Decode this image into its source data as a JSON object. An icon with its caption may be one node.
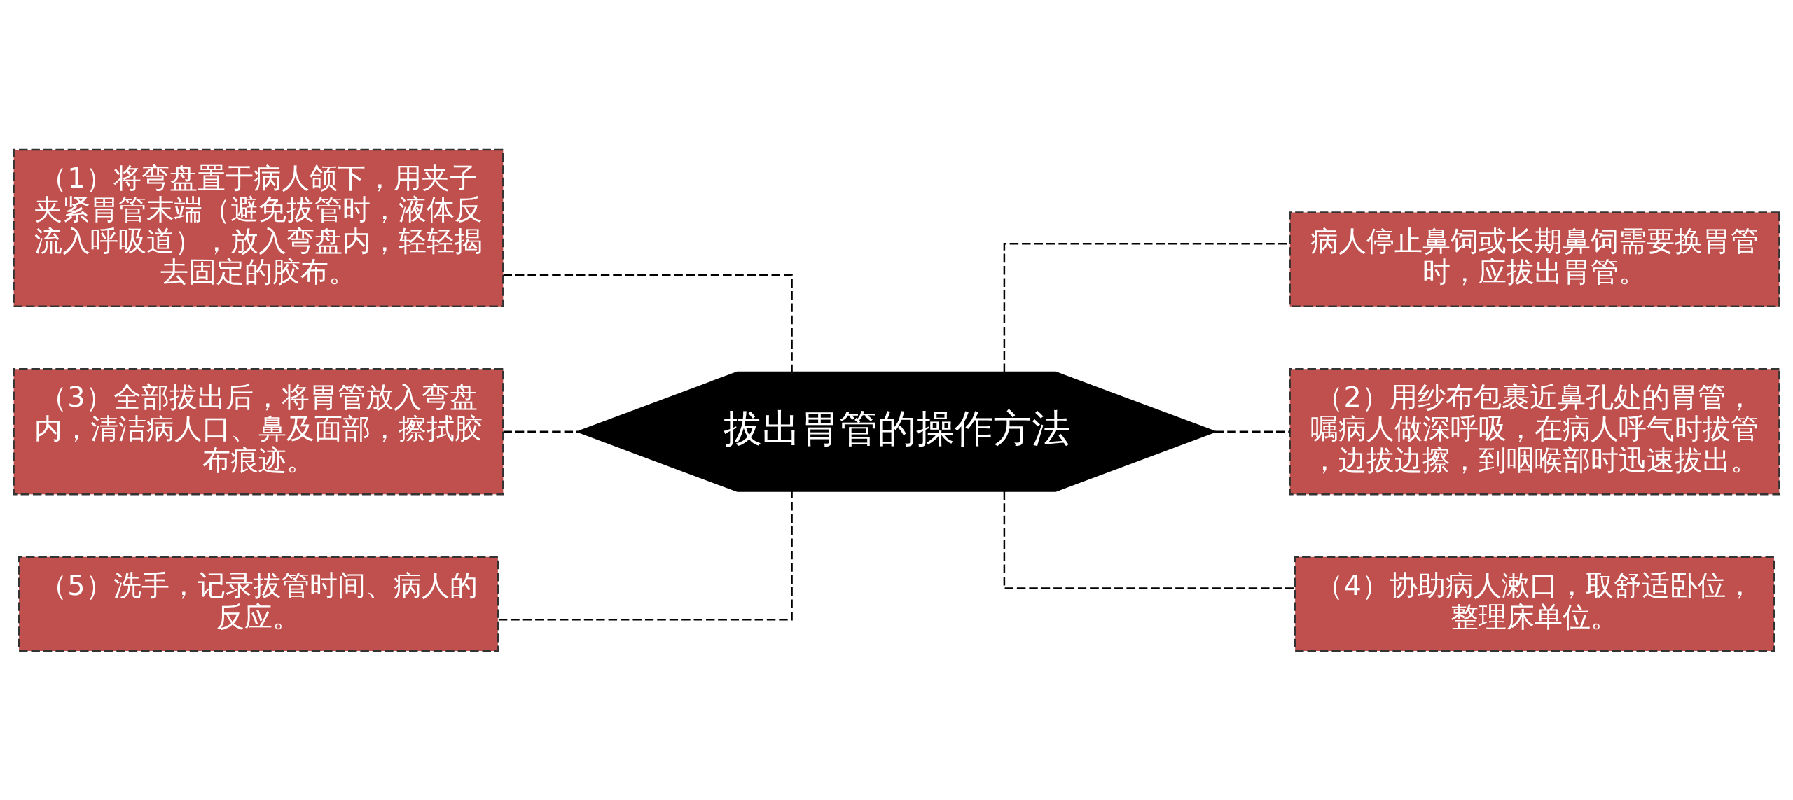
{
  "diagram": {
    "nodes": [
      {
        "text": [
          "拔出胃管的操作方法"
        ]
      },
      {
        "text": [
          "（1）将弯盘置于病人颌下，用夹子夹紧胃管末端（避免拔管时，液体反流入呼吸道），放入弯盘内，轻轻揭去固定的胶布。"
        ]
      },
      {
        "text": [
          "（3）全部拔出后，将胃管放入弯盘内，清洁病人口、鼻及面部，擦拭胶布痕迹。"
        ]
      },
      {
        "text": [
          "（5）洗手，记录拔管时间、病人的反应。"
        ]
      },
      {
        "text": [
          "病人停止鼻饲或长期鼻饲需要换胃管时，应拔出胃管。"
        ]
      },
      {
        "text": [
          "（2）用纱布包裹近鼻孔处的胃管，嘱病人做深呼吸，在病人呼气时拔管，边拔边擦，到咽喉部时迅速拔出。"
        ]
      },
      {
        "text": [
          "（4）协助病人漱口，取舒适卧位，整理床单位。"
        ]
      }
    ],
    "edges": [
      {
        "from": 1,
        "to": 0,
        "arrow": "none",
        "style": "dashed"
      },
      {
        "from": 2,
        "to": 0,
        "arrow": "none",
        "style": "dashed"
      },
      {
        "from": 3,
        "to": 0,
        "arrow": "none",
        "style": "dashed"
      },
      {
        "from": 0,
        "to": 4,
        "arrow": "none",
        "style": "dashed"
      },
      {
        "from": 0,
        "to": 5,
        "arrow": "none",
        "style": "dashed"
      },
      {
        "from": 0,
        "to": 6,
        "arrow": "none",
        "style": "dashed"
      }
    ]
  }
}
